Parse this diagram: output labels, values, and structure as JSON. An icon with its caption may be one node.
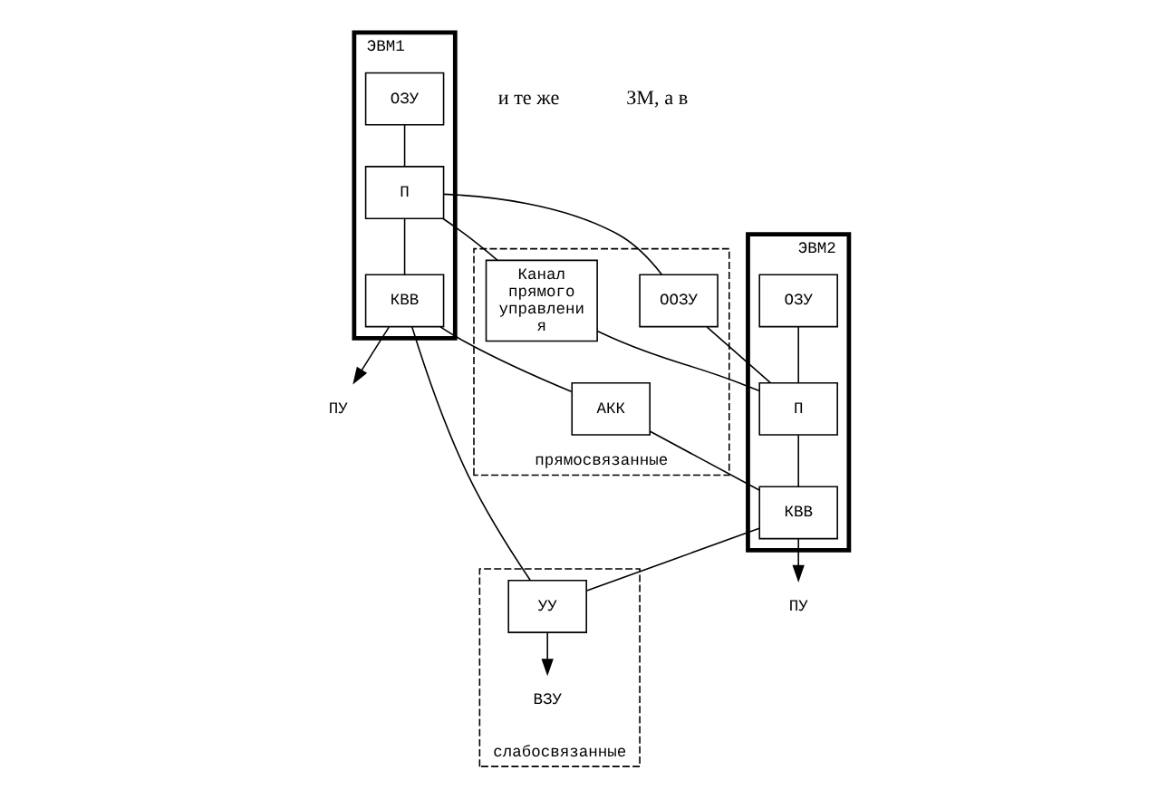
{
  "diagram": {
    "nodes": [
      {
        "text": [
          "ЭВМ1"
        ]
      },
      {
        "text": [
          "ОЗУ"
        ],
        "in": 0
      },
      {
        "text": [
          "П"
        ],
        "in": 0
      },
      {
        "text": [
          "КВВ"
        ],
        "in": 0
      },
      {
        "text": [
          "прямосвязанные"
        ]
      },
      {
        "text": [
          "ООЗУ"
        ],
        "in": 4
      },
      {
        "text": [
          "Канал прямого управлени я"
        ],
        "in": 4
      },
      {
        "text": [
          "АКК"
        ],
        "in": 4
      },
      {
        "text": [
          "ЭВМ2"
        ]
      },
      {
        "text": [
          "ОЗУ"
        ],
        "in": 8
      },
      {
        "text": [
          "П"
        ],
        "in": 8
      },
      {
        "text": [
          "КВВ"
        ],
        "in": 8
      },
      {
        "text": [
          "слабосвязанные"
        ]
      },
      {
        "text": [
          "УУ"
        ],
        "in": 12
      },
      {
        "text": [
          "ВЗУ"
        ],
        "in": 12
      },
      {
        "text": [
          "ПУ"
        ]
      },
      {
        "text": [
          "ПУ"
        ]
      }
    ],
    "edges": [
      {
        "from": 1,
        "to": 2,
        "arrow": "none"
      },
      {
        "from": 2,
        "to": 3,
        "arrow": "none"
      },
      {
        "from": 2,
        "to": 5,
        "arrow": "none"
      },
      {
        "from": 2,
        "to": 6,
        "arrow": "none"
      },
      {
        "from": 3,
        "to": 7,
        "arrow": "none"
      },
      {
        "from": 3,
        "to": 13,
        "arrow": "none"
      },
      {
        "from": 3,
        "to": 15,
        "arrow": "to"
      },
      {
        "from": 9,
        "to": 10,
        "arrow": "none"
      },
      {
        "from": 10,
        "to": 11,
        "arrow": "none"
      },
      {
        "from": 5,
        "to": 10,
        "arrow": "none"
      },
      {
        "from": 6,
        "to": 10,
        "arrow": "none"
      },
      {
        "from": 7,
        "to": 11,
        "arrow": "none"
      },
      {
        "from": 11,
        "to": 13,
        "arrow": "none"
      },
      {
        "from": 11,
        "to": 16,
        "arrow": "to"
      },
      {
        "from": 13,
        "to": 14,
        "arrow": "to"
      }
    ],
    "labels": [
      "и те же",
      "ЗМ, а в"
    ]
  }
}
